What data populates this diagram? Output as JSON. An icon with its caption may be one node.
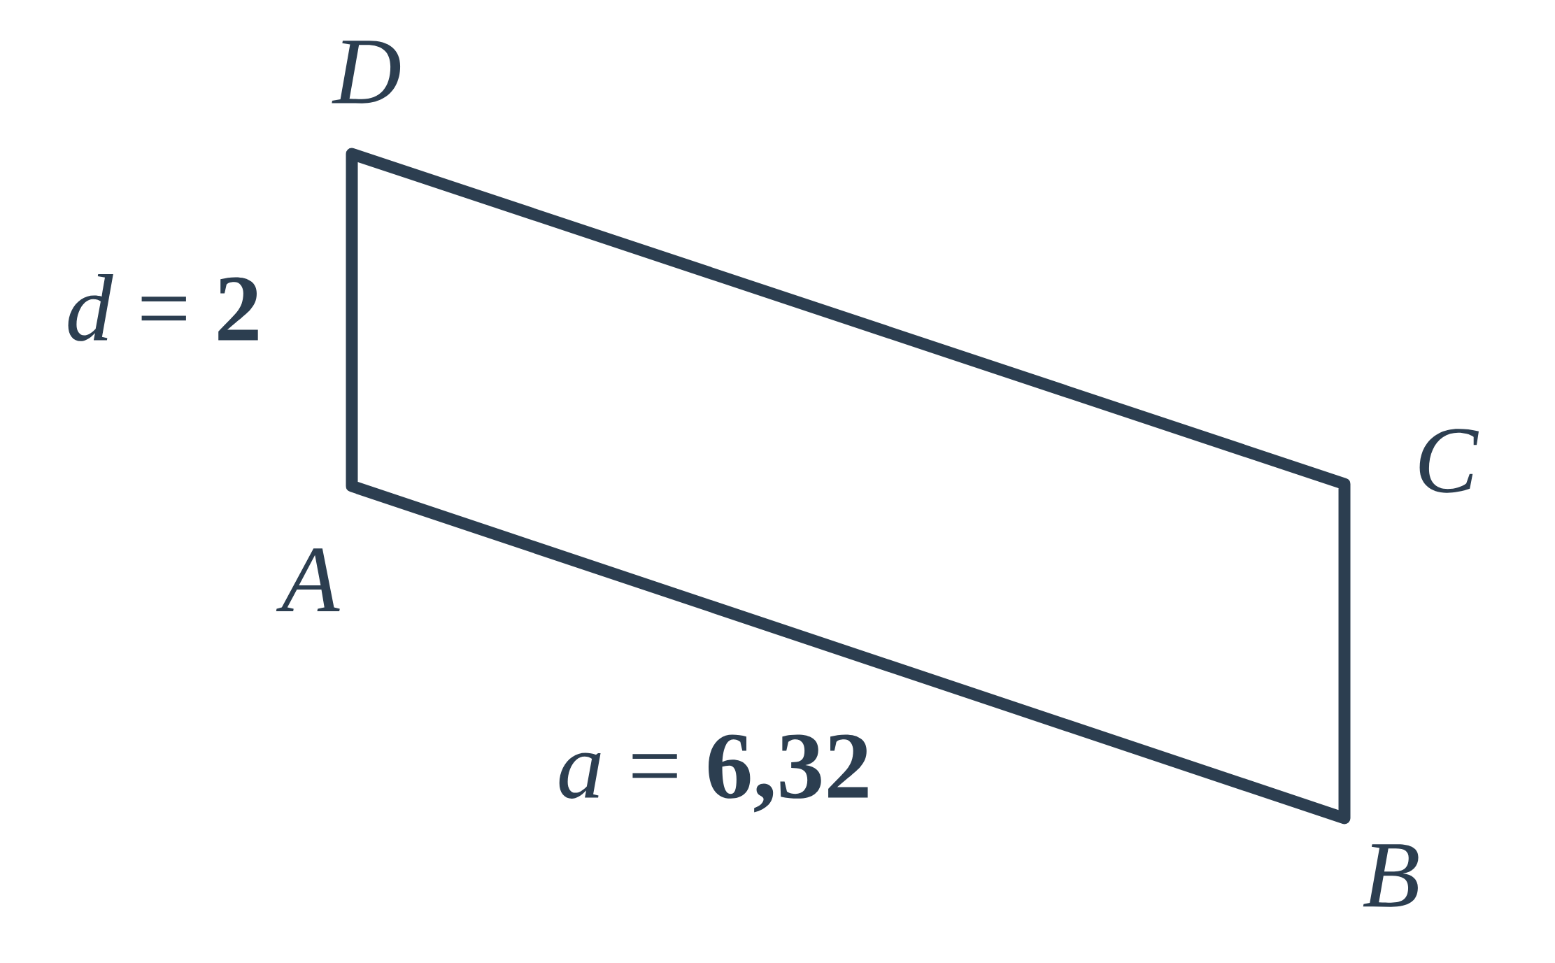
{
  "diagram": {
    "labels": [
      "*D*",
      "*d* = **2**",
      "*C*",
      "*A*",
      "*a* = **6,32**",
      "*B*"
    ]
  }
}
